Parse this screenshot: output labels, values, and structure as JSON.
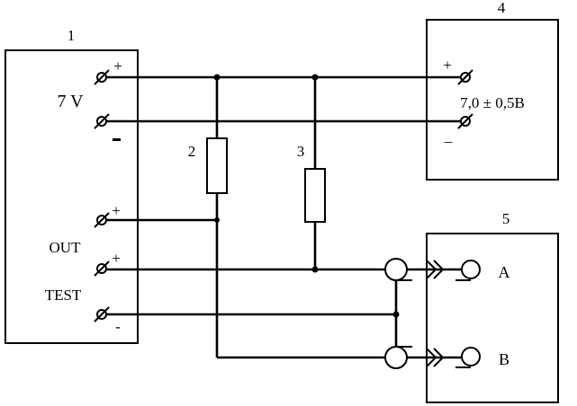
{
  "blocks": [
    {
      "id": "block-1",
      "number": "1"
    },
    {
      "id": "block-4",
      "number": "4"
    },
    {
      "id": "block-5",
      "number": "5"
    }
  ],
  "block1": {
    "voltage_label": "7 V",
    "out_label": "OUT",
    "test_label": "TEST",
    "plus_sign": "+",
    "minus_sign": "-"
  },
  "block4": {
    "voltage_label": "7,0 ± 0,5В",
    "plus_sign": "+",
    "minus_sign": "_"
  },
  "block5": {
    "input_a_label": "A",
    "input_b_label": "B"
  },
  "resistors": [
    {
      "id": "resistor-2",
      "number": "2"
    },
    {
      "id": "resistor-3",
      "number": "3"
    }
  ]
}
